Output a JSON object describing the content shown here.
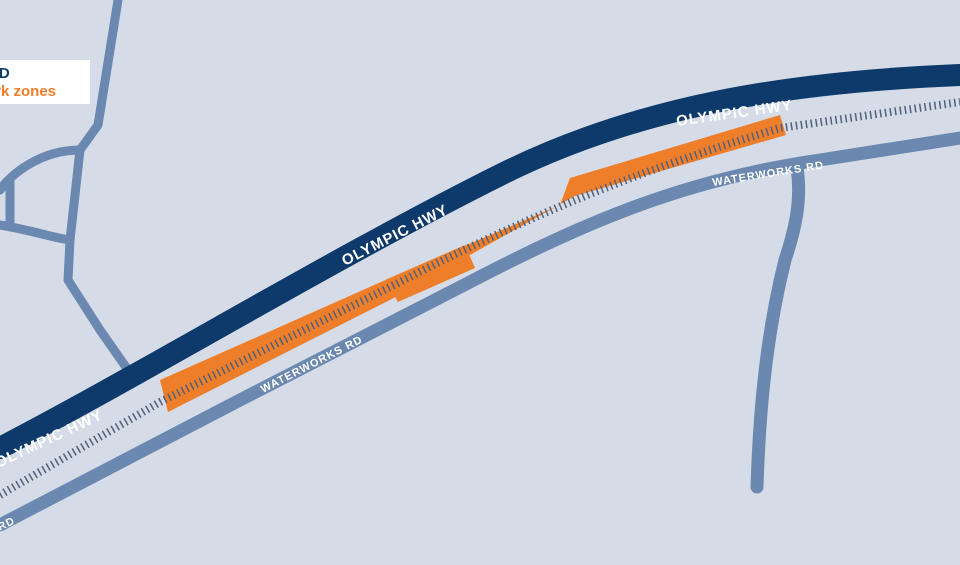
{
  "map": {
    "colors": {
      "background": "#d5dce8",
      "highway": "#0d3a6b",
      "local_road": "#6b88b0",
      "work_zone": "#ee7e2a",
      "rail": "#50607a"
    }
  },
  "legend": {
    "title": "ND",
    "work_zones_label": "ork zones"
  },
  "roads": {
    "olympic_hwy": {
      "labels": [
        "OLYMPIC HWY",
        "OLYMPIC HWY",
        "OLYMPIC HWY"
      ]
    },
    "waterworks_rd": {
      "labels": [
        "WATERWORKS RD",
        "WATERWORKS RD",
        "RD"
      ]
    }
  }
}
